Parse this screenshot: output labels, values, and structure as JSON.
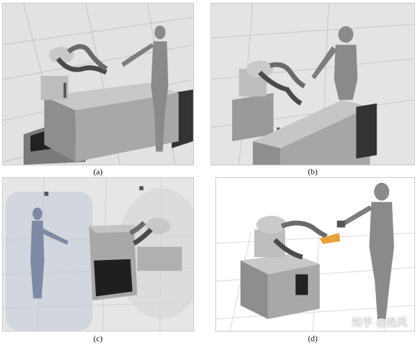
{
  "figure": {
    "panels": [
      {
        "id": "a",
        "caption": "(a)"
      },
      {
        "id": "b",
        "caption": "(b)"
      },
      {
        "id": "c",
        "caption": "(c)"
      },
      {
        "id": "d",
        "caption": "(d)"
      }
    ],
    "watermark": "知乎 @挽风"
  },
  "colors": {
    "floor": "#dcdcdc",
    "grid": "#bdbdbd",
    "furniture": "#9a9a9a",
    "human": "#8a8a8a",
    "human_blue": "#7e8aa3",
    "robot": "#b5b5b5",
    "tool": "#e8a23a"
  }
}
